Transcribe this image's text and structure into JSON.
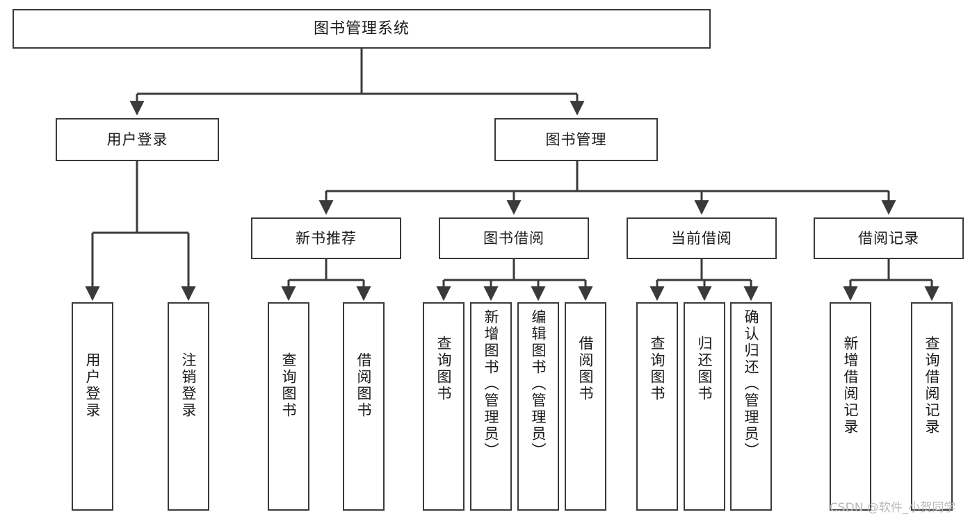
{
  "diagram": {
    "title": "图书管理系统",
    "type": "tree-hierarchy",
    "orientation": "top-down",
    "colors": {
      "box_border": "#3a3a3a",
      "box_fill": "#ffffff",
      "connector": "#3a3a3a",
      "text": "#1a1a1a",
      "watermark": "#b8b8b8",
      "background": "#ffffff"
    }
  },
  "root": {
    "label": "图书管理系统"
  },
  "level2": [
    {
      "label": "用户登录"
    },
    {
      "label": "图书管理"
    }
  ],
  "level3": [
    {
      "label": "新书推荐"
    },
    {
      "label": "图书借阅"
    },
    {
      "label": "当前借阅"
    },
    {
      "label": "借阅记录"
    }
  ],
  "leaves": {
    "user_login": [
      {
        "label": "用户登录"
      },
      {
        "label": "注销登录"
      }
    ],
    "new_book_recommend": [
      {
        "label": "查询图书"
      },
      {
        "label": "借阅图书"
      }
    ],
    "book_borrow": [
      {
        "label": "查询图书"
      },
      {
        "label": "新增图书（管理员）"
      },
      {
        "label": "编辑图书（管理员）"
      },
      {
        "label": "借阅图书"
      }
    ],
    "current_borrow": [
      {
        "label": "查询图书"
      },
      {
        "label": "归还图书"
      },
      {
        "label": "确认归还（管理员）"
      }
    ],
    "borrow_record": [
      {
        "label": "新增借阅记录"
      },
      {
        "label": "查询借阅记录"
      }
    ]
  },
  "watermark": {
    "text": "CSDN @软件_小贺同学"
  }
}
